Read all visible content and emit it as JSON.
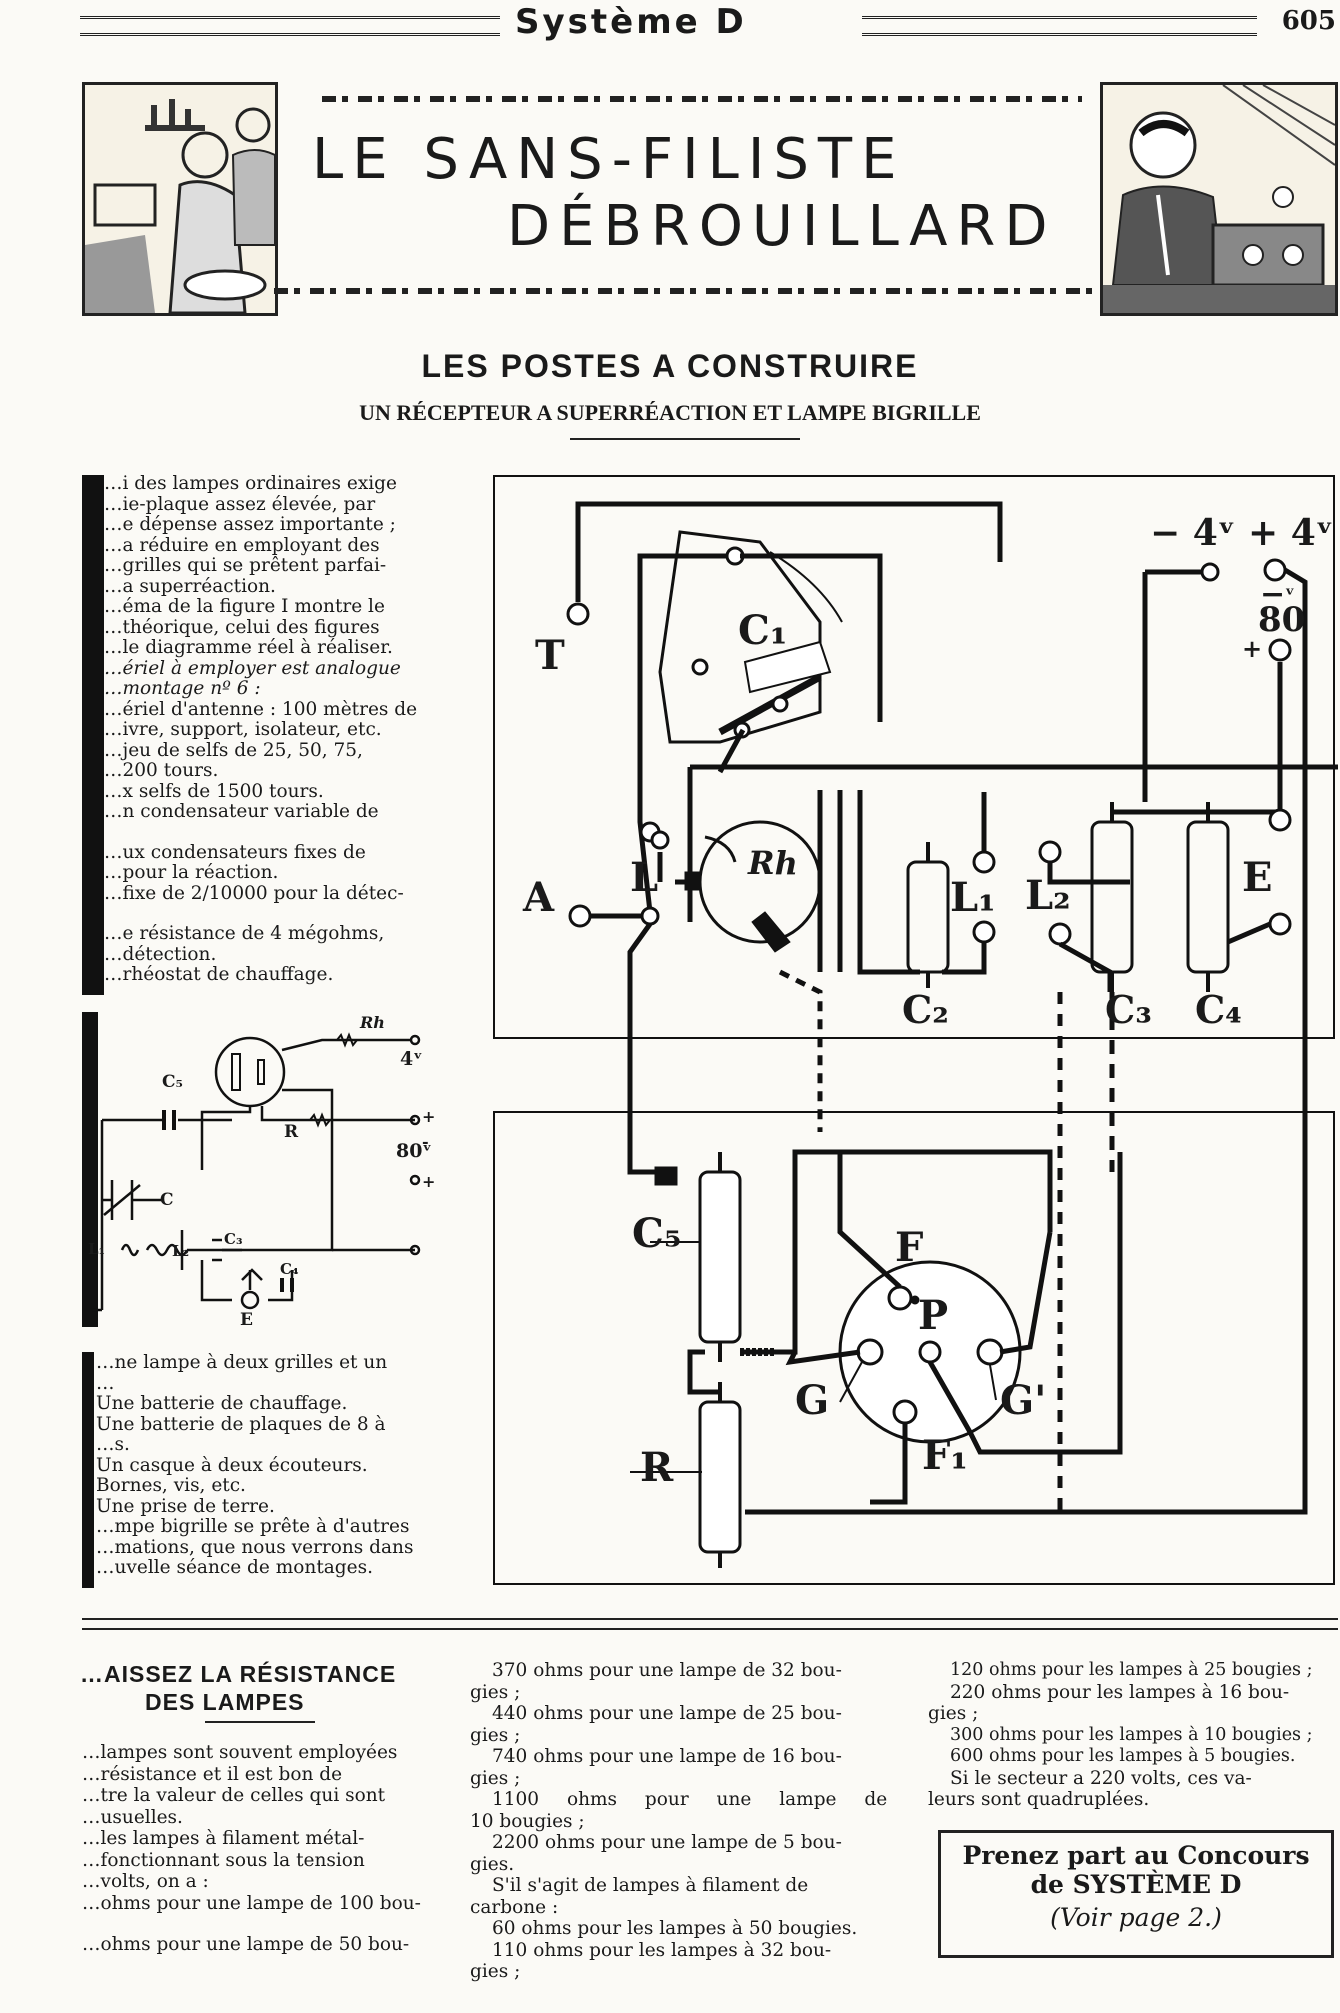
{
  "masthead": {
    "title": "Système D",
    "page": "605"
  },
  "banner": {
    "line1": "LE SANS-FILISTE",
    "line2": "DÉBROUILLARD"
  },
  "section": {
    "title": "LES POSTES A CONSTRUIRE",
    "subtitle": "UN RÉCEPTEUR A SUPERRÉACTION ET LAMPE BIGRILLE"
  },
  "left_text_top": [
    "…i des lampes ordinaires exige",
    "…ie-plaque assez élevée, par",
    "…e dépense assez importante ;",
    "…a réduire en employant des",
    "…grilles qui se prêtent parfai-",
    "…a superréaction.",
    "…éma de la figure I montre le",
    "…théorique, celui des figures",
    "…le diagramme réel à réaliser.",
    "…ériel à employer est analogue",
    "…montage nº 6 :",
    "…ériel d'antenne : 100 mètres de",
    "…ivre, support, isolateur, etc.",
    "…jeu de selfs de 25, 50, 75,",
    "…200 tours.",
    "…x selfs de 1500 tours.",
    "…n condensateur variable de",
    "",
    "…ux condensateurs fixes de",
    "…pour la réaction.",
    "…fixe de 2/10000 pour la détec-",
    "",
    "…e résistance de 4 mégohms,",
    "…détection.",
    "…rhéostat de chauffage."
  ],
  "left_text_bottom": [
    "…ne lampe à deux grilles et un",
    "…",
    "Une batterie de chauffage.",
    "Une batterie de plaques de 8 à",
    "…s.",
    "Un casque à deux écouteurs.",
    "Bornes, vis, etc.",
    "Une prise de terre.",
    "…mpe bigrille se prête à d'autres",
    "…mations, que nous verrons dans",
    "…uvelle séance de montages."
  ],
  "schematic_labels": {
    "rh": "Rh",
    "v4": "4ᵛ",
    "plus": "+",
    "minus": "-",
    "v80": "80ᵛ",
    "c5": "C₅",
    "r": "R",
    "c": "C",
    "l1": "L₁",
    "l2": "L₂",
    "c3": "C₃",
    "c4": "C₄",
    "e": "E"
  },
  "diagram_labels": {
    "t": "T",
    "c1": "C₁",
    "a": "A",
    "l": "L",
    "rh": "Rh",
    "l1": "L₁",
    "l2": "L₂",
    "e": "E",
    "c2": "C₂",
    "c3": "C₃",
    "c4": "C₄",
    "minus4": "− 4ᵛ",
    "plus4": "+ 4ᵛ",
    "minus_small": "−",
    "v80": "80",
    "v80_unit": "ᵛ",
    "plus_small": "+",
    "c5": "C₅",
    "r": "R",
    "f": "F",
    "p": "P",
    "g": "G",
    "gp": "G'",
    "f1": "F₁"
  },
  "bottom": {
    "heading1": "…AISSEZ LA RÉSISTANCE",
    "heading2": "DES LAMPES",
    "col1": [
      "…lampes sont souvent employées",
      "…résistance et il est bon de",
      "…tre la valeur de celles qui sont",
      "…usuelles.",
      "…les lampes à filament métal-",
      "…fonctionnant sous la tension",
      "…volts, on a :",
      "…ohms pour une lampe de 100 bou-",
      "",
      "…ohms pour une lampe de 50 bou-"
    ],
    "col2": [
      "370 ohms pour une lampe de 32 bou-",
      "gies ;",
      "440 ohms pour une lampe de 25 bou-",
      "gies ;",
      "740 ohms pour une lampe de 16 bou-",
      "gies ;",
      "1100 ohms pour une lampe de",
      "10 bougies ;",
      "2200 ohms pour une lampe de 5 bou-",
      "gies.",
      "S'il s'agit de lampes à filament de",
      "carbone :",
      "60 ohms pour les lampes à 50 bougies.",
      "110 ohms pour les lampes à 32 bou-",
      "gies ;"
    ],
    "col3": [
      "120 ohms pour les lampes à 25 bougies ;",
      "220 ohms pour les lampes à 16 bou-",
      "gies ;",
      "300 ohms pour les lampes à 10 bougies ;",
      "600 ohms pour les lampes à 5 bougies.",
      "Si le secteur a 220 volts, ces va-",
      "leurs sont quadruplées."
    ],
    "box": {
      "line1": "Prenez part au Concours",
      "line2": "de SYSTÈME D",
      "line3": "(Voir page 2.)"
    }
  }
}
